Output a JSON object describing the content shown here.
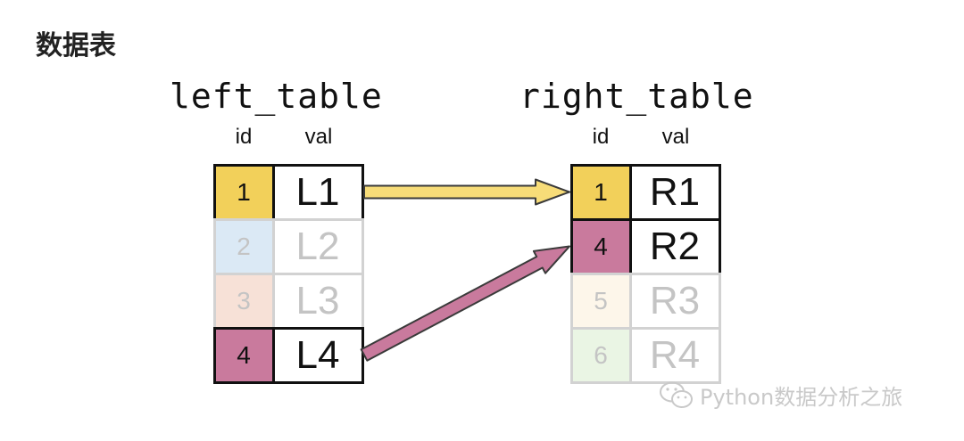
{
  "heading": "数据表",
  "left_table": {
    "name": "left_table",
    "col_id": "id",
    "col_val": "val",
    "rows": [
      {
        "id": "1",
        "val": "L1",
        "id_color": "#f2d05a",
        "faded": false
      },
      {
        "id": "2",
        "val": "L2",
        "id_color": "#dbe9f5",
        "faded": true
      },
      {
        "id": "3",
        "val": "L3",
        "id_color": "#f7e1d7",
        "faded": true
      },
      {
        "id": "4",
        "val": "L4",
        "id_color": "#c97a9d",
        "faded": false
      }
    ]
  },
  "right_table": {
    "name": "right_table",
    "col_id": "id",
    "col_val": "val",
    "rows": [
      {
        "id": "1",
        "val": "R1",
        "id_color": "#f2d05a",
        "faded": false
      },
      {
        "id": "4",
        "val": "R2",
        "id_color": "#c97a9d",
        "faded": false
      },
      {
        "id": "5",
        "val": "R3",
        "id_color": "#fdf6ea",
        "faded": true
      },
      {
        "id": "6",
        "val": "R4",
        "id_color": "#eaf5e4",
        "faded": true
      }
    ]
  },
  "arrows": [
    {
      "from_row": 0,
      "to_row": 0,
      "fill": "#f7dc78",
      "stroke": "#3a3a3a"
    },
    {
      "from_row": 3,
      "to_row": 1,
      "fill": "#c97a9d",
      "stroke": "#3a3a3a"
    }
  ],
  "watermark": {
    "text": "Python数据分析之旅",
    "icon": "wechat-icon"
  }
}
